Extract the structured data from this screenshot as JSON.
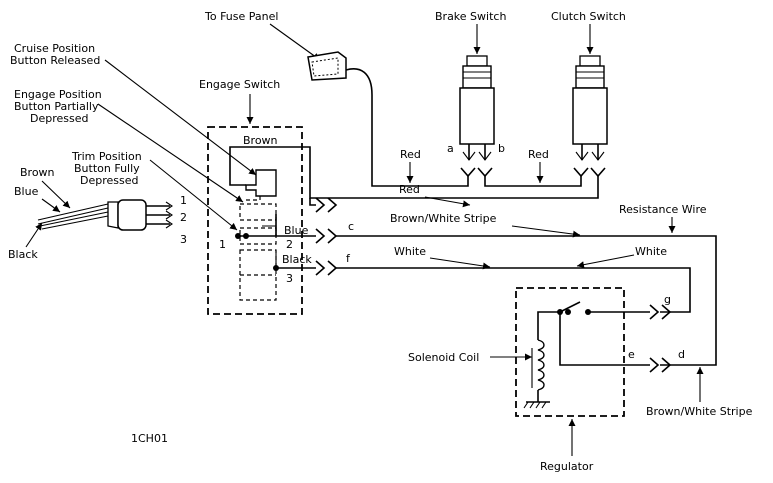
{
  "labels": {
    "to_fuse_panel": "To Fuse Panel",
    "brake_switch": "Brake Switch",
    "clutch_switch": "Clutch Switch",
    "cruise_line1": "Cruise Position",
    "cruise_line2": "Button Released",
    "engage_pos_line1": "Engage Position",
    "engage_pos_line2": "Button Partially",
    "engage_pos_line3": "Depressed",
    "engage_switch": "Engage Switch",
    "trim_line1": "Trim Position",
    "trim_line2": "Button Fully",
    "trim_line3": "Depressed",
    "brown": "Brown",
    "blue": "Blue",
    "black": "Black",
    "brown_box": "Brown",
    "blue_box": "Blue",
    "black_box": "Black",
    "red_center": "Red",
    "red_a": "Red",
    "red_b": "Red",
    "brown_white_stripe": "Brown/White Stripe",
    "resistance_wire": "Resistance Wire",
    "white_left": "White",
    "white_right": "White",
    "solenoid_coil": "Solenoid Coil",
    "brown_white_stripe_bottom": "Brown/White Stripe",
    "regulator": "Regulator",
    "figure_code": "1CH01"
  },
  "terminals": {
    "a": "a",
    "b": "b",
    "c": "c",
    "d": "d",
    "e": "e",
    "f": "f",
    "g": "g"
  },
  "pins": {
    "plug_1": "1",
    "plug_2": "2",
    "plug_3": "3",
    "sw_1": "1",
    "sw_2": "2",
    "sw_3": "3"
  }
}
